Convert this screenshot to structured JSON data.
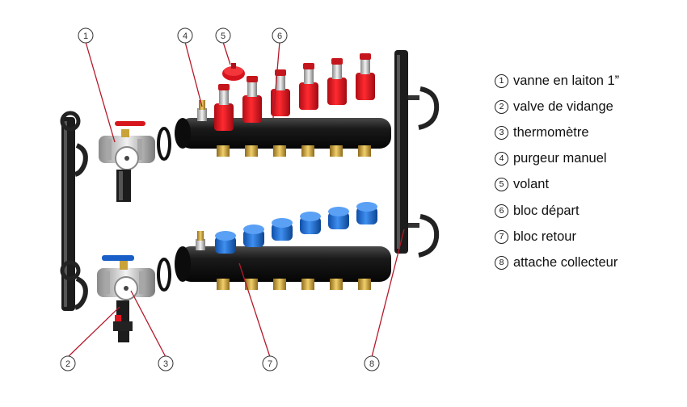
{
  "legend": [
    {
      "num": "1",
      "label": "vanne en laiton 1”"
    },
    {
      "num": "2",
      "label": "valve de vidange"
    },
    {
      "num": "3",
      "label": "thermomètre"
    },
    {
      "num": "4",
      "label": "purgeur manuel"
    },
    {
      "num": "5",
      "label": "volant"
    },
    {
      "num": "6",
      "label": "bloc départ"
    },
    {
      "num": "7",
      "label": "bloc retour"
    },
    {
      "num": "8",
      "label": "attache collecteur"
    }
  ],
  "callouts": {
    "c1": "1",
    "c2": "2",
    "c3": "3",
    "c4": "4",
    "c5": "5",
    "c6": "6",
    "c7": "7",
    "c8": "8"
  },
  "colors": {
    "supply_red": "#e0141e",
    "return_blue": "#1d6fd6",
    "manifold_body": "#1e1e1e",
    "brass": "#c9a23a",
    "leader_line": "#b5192a"
  }
}
